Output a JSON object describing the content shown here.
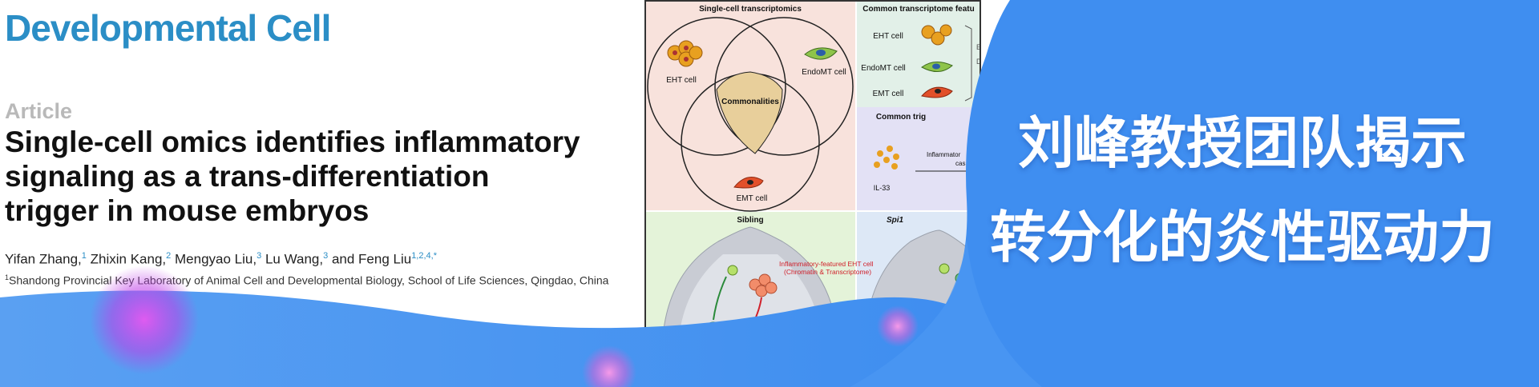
{
  "paper": {
    "journal": "Developmental Cell",
    "article_type": "Article",
    "title_lines": [
      "Single-cell omics identifies inflammatory",
      "signaling as a trans-differentiation",
      "trigger in mouse embryos"
    ],
    "authors": [
      {
        "name": "Yifan Zhang,",
        "sup": "1"
      },
      {
        "name": "Zhixin Kang,",
        "sup": "2"
      },
      {
        "name": "Mengyao Liu,",
        "sup": "3"
      },
      {
        "name": "Lu Wang,",
        "sup": "3"
      },
      {
        "name": "and Feng Liu",
        "sup": "1,2,4,*"
      }
    ],
    "affiliation_sup": "1",
    "affiliation": "Shandong Provincial Key Laboratory of Animal Cell and Developmental Biology, School of Life Sciences, Qingdao, China"
  },
  "abstract": {
    "panel_venn_title": "Single-cell transcriptomics",
    "panel_common_title": "Common transcriptome featu",
    "venn_labels": {
      "eht": "EHT cell",
      "endomt": "EndoMT cell",
      "emt": "EMT cell",
      "center": "Commonalities"
    },
    "common_rows": [
      "EHT cell",
      "EndoMT cell",
      "EMT cell"
    ],
    "common_right_marks": [
      "E",
      "D"
    ],
    "panel_trig_title": "Common trig",
    "trig_inflammatory": "Inflammator",
    "trig_cas": "cas",
    "il33": "IL-33",
    "panel_sibling_title": "Sibling",
    "sibling_annotation_1": "Inflammatory-featured EHT cell",
    "sibling_annotation_2": "(Chromatin & Transcriptome)",
    "panel_spi1_title": "Spi1"
  },
  "headline": {
    "line1": "刘峰教授团队揭示",
    "line2": "转分化的炎性驱动力"
  },
  "colors": {
    "journal_blue": "#2b8ec6",
    "panel_blue": "#3f8ef0",
    "wave_blue": "#5aa0f2",
    "orb_magenta": "#d040e8"
  }
}
